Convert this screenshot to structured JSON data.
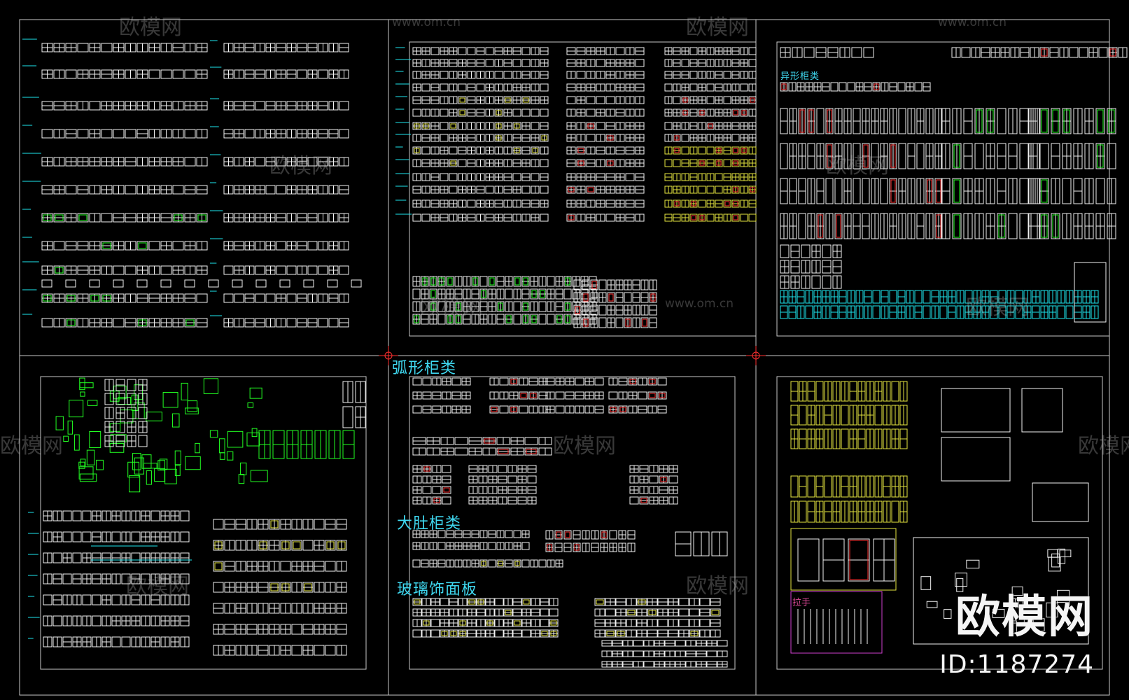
{
  "viewport": {
    "background": "#000000"
  },
  "colors": {
    "frame": "#c8c8c8",
    "cyan": "#1ee8f0",
    "white": "#f2f2f2",
    "green": "#22ff22",
    "red": "#ff3030",
    "yellow": "#e6e640",
    "magenta": "#d040d0"
  },
  "section_labels": {
    "curved_cabinets": "弧形柜类",
    "large_belly_cabinets": "大肚柜类",
    "glass_panels": "玻璃饰面板",
    "special_cabinets": "异形柜类",
    "handles": "拉手"
  },
  "watermark": {
    "logo": "欧模网",
    "url": "www.om.cn"
  },
  "brand": {
    "logo": "欧模网",
    "id": "ID:1187274"
  }
}
